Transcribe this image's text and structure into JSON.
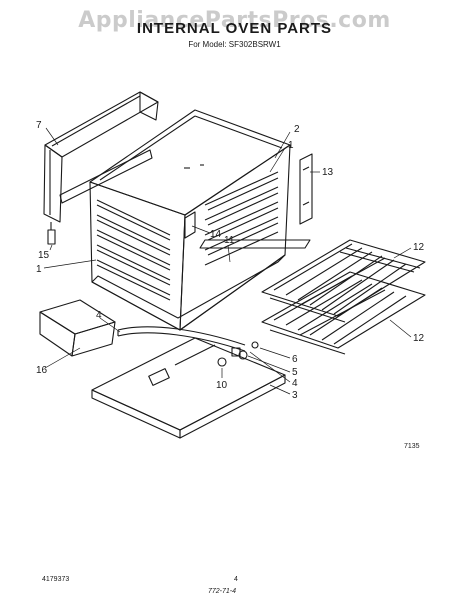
{
  "watermark": "AppliancePartsPros.com",
  "title": "INTERNAL OVEN PARTS",
  "model": "For Model: SF302BSRW1",
  "figure_code": "7135",
  "footer_left": "4179373",
  "footer_center": "4",
  "footer_bottom": "772-71-4",
  "callouts": {
    "c7": "7",
    "c2": "2",
    "c1a": "1",
    "c13": "13",
    "c15": "15",
    "c1b": "1",
    "c14": "14",
    "c11": "11",
    "c12a": "12",
    "c12b": "12",
    "c16": "16",
    "c4a": "4",
    "c6": "6",
    "c5": "5",
    "c10": "10",
    "c4b": "4",
    "c3": "3"
  }
}
